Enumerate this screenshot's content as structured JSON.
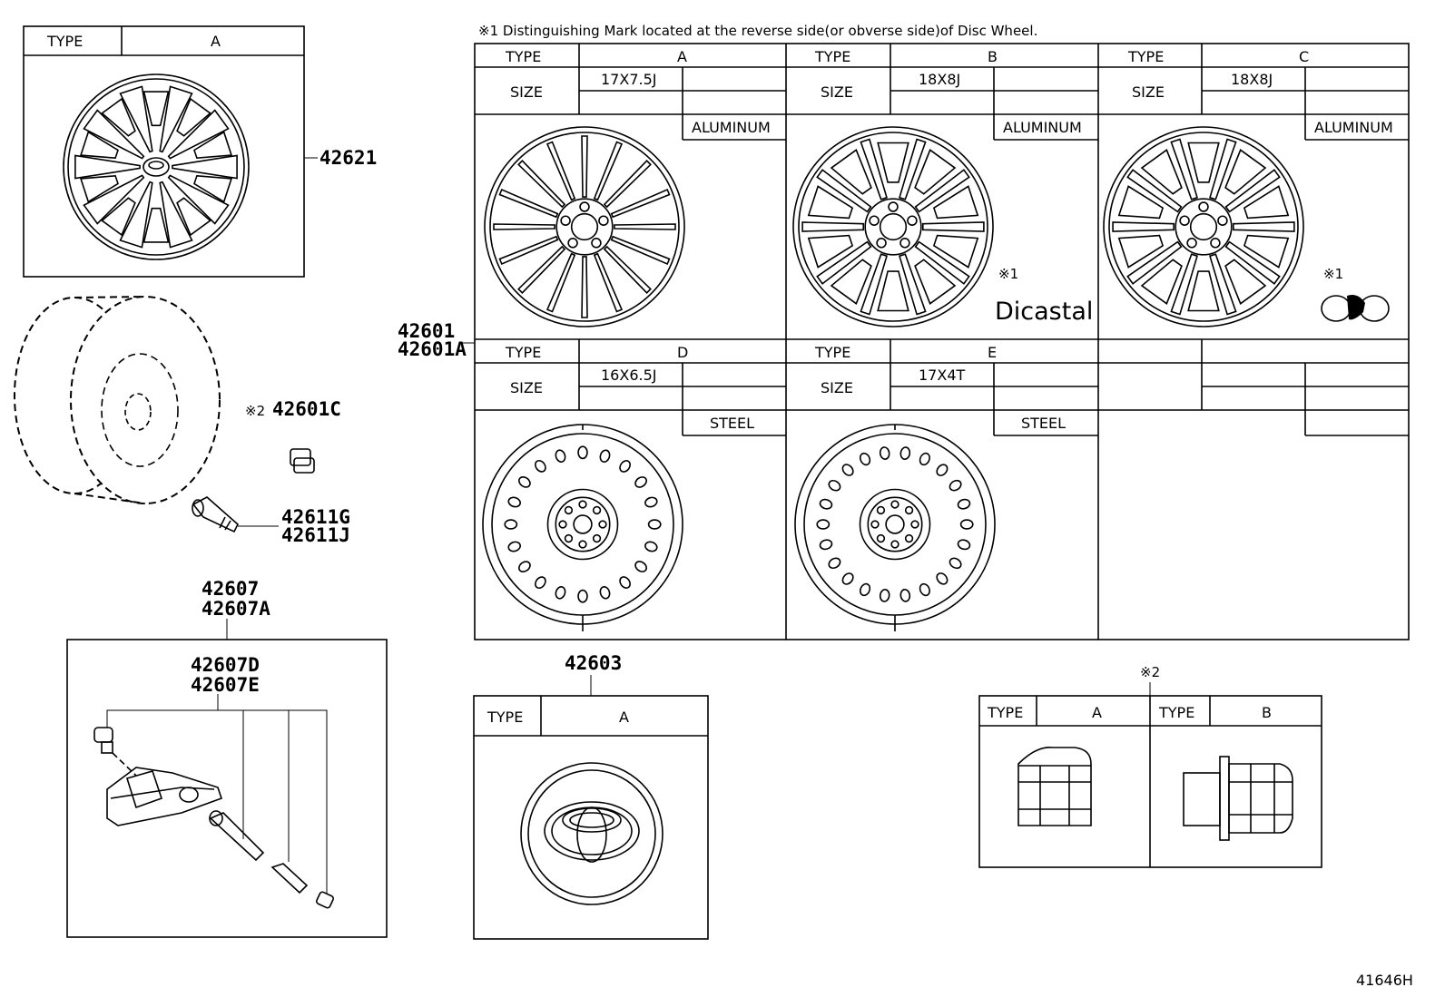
{
  "note": "※1 Distinguishing Mark located at the reverse side(or obverse side)of Disc Wheel.",
  "labels": {
    "type": "TYPE",
    "size": "SIZE"
  },
  "cover_table": {
    "type_value": "A"
  },
  "wheel_table": {
    "row1": [
      {
        "type": "A",
        "size": "17X7.5J",
        "material": "ALUMINUM",
        "mark": ""
      },
      {
        "type": "B",
        "size": "18X8J",
        "material": "ALUMINUM",
        "mark": "※1",
        "logo": "Dicastal"
      },
      {
        "type": "C",
        "size": "18X8J",
        "material": "ALUMINUM",
        "mark": "※1"
      }
    ],
    "row2": [
      {
        "type": "D",
        "size": "16X6.5J",
        "material": "STEEL"
      },
      {
        "type": "E",
        "size": "17X4T",
        "material": "STEEL"
      }
    ]
  },
  "emblem_table": {
    "type_value": "A"
  },
  "nut_table": {
    "mark": "※2",
    "types": [
      "A",
      "B"
    ]
  },
  "parts": {
    "p42621": "42621",
    "p42601": "42601",
    "p42601A": "42601A",
    "p42601C_mark": "※2",
    "p42601C": "42601C",
    "p42611G": "42611G",
    "p42611J": "42611J",
    "p42607": "42607",
    "p42607A": "42607A",
    "p42607D": "42607D",
    "p42607E": "42607E",
    "p42603": "42603"
  },
  "figure_id": "41646H"
}
